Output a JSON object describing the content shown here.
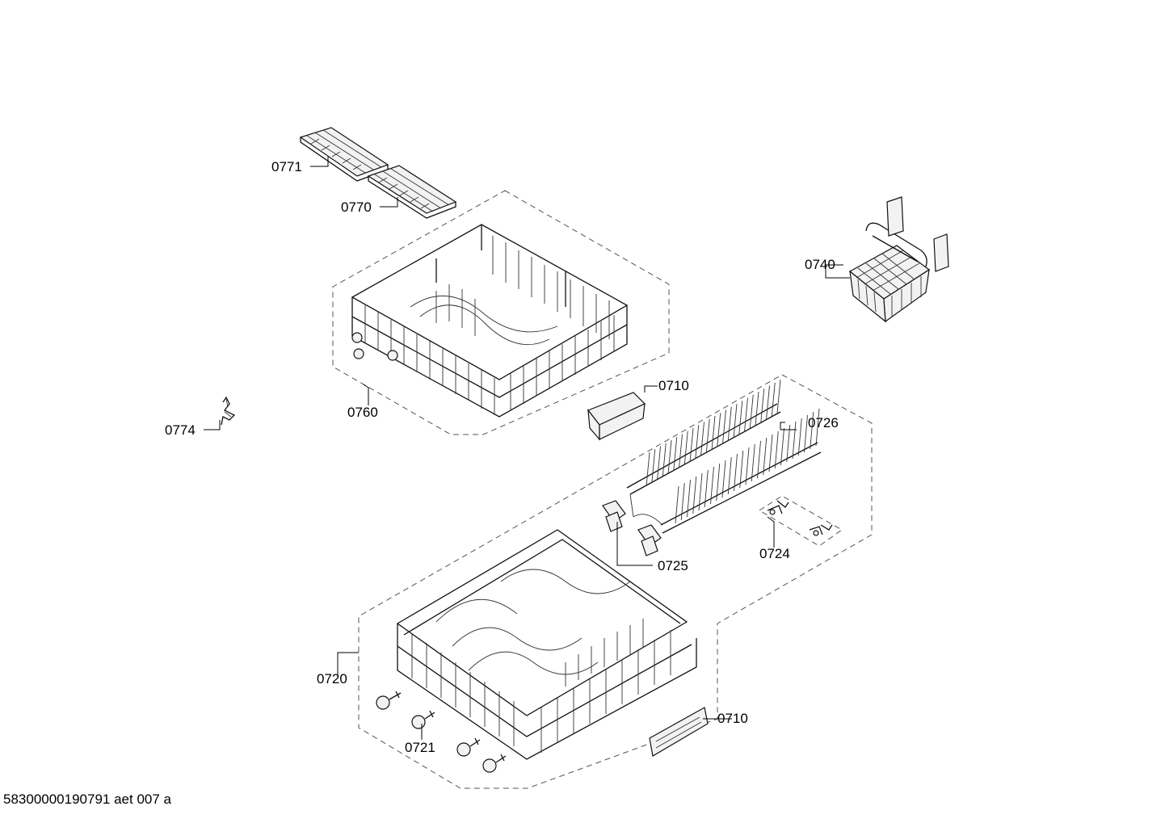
{
  "parts": [
    {
      "id": "p0771",
      "label": "0771",
      "name": "tray-insert-upper"
    },
    {
      "id": "p0770",
      "label": "0770",
      "name": "tray-insert-lower"
    },
    {
      "id": "p0740",
      "label": "0740",
      "name": "cutlery-basket"
    },
    {
      "id": "p0760",
      "label": "0760",
      "name": "upper-basket"
    },
    {
      "id": "p0710a",
      "label": "0710",
      "name": "handle-upper"
    },
    {
      "id": "p0774",
      "label": "0774",
      "name": "clip"
    },
    {
      "id": "p0726",
      "label": "0726",
      "name": "folding-tine-rack"
    },
    {
      "id": "p0725",
      "label": "0725",
      "name": "tine-holder"
    },
    {
      "id": "p0724",
      "label": "0724",
      "name": "holder-set"
    },
    {
      "id": "p0720",
      "label": "0720",
      "name": "lower-basket"
    },
    {
      "id": "p0710b",
      "label": "0710",
      "name": "handle-lower"
    },
    {
      "id": "p0721",
      "label": "0721",
      "name": "wheel"
    }
  ],
  "footer": "58300000190791 aet 007 a"
}
